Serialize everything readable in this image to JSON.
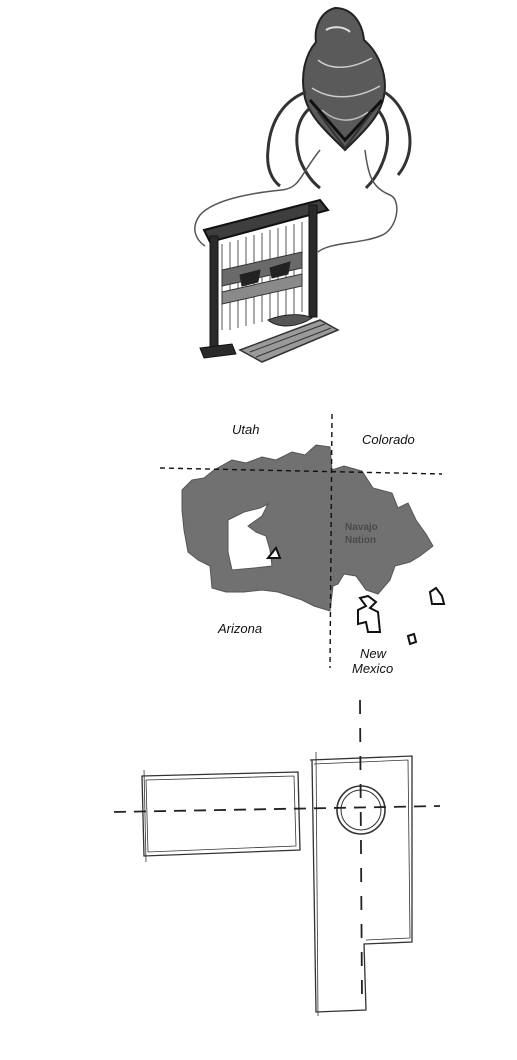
{
  "map": {
    "state_labels": {
      "utah": "Utah",
      "colorado": "Colorado",
      "arizona": "Arizona",
      "new_mexico_line1": "New",
      "new_mexico_line2": "Mexico"
    },
    "nation_label_line1": "Navajo",
    "nation_label_line2": "Nation",
    "colors": {
      "nation_fill": "#717171",
      "border_line": "#111111",
      "outline": "#111111"
    }
  },
  "illustration": {
    "subject_icon": "spider-woman-weaver-icon",
    "loom_icon": "loom-icon"
  },
  "sketch": {
    "icon": "hogan-plan-sketch-icon"
  }
}
